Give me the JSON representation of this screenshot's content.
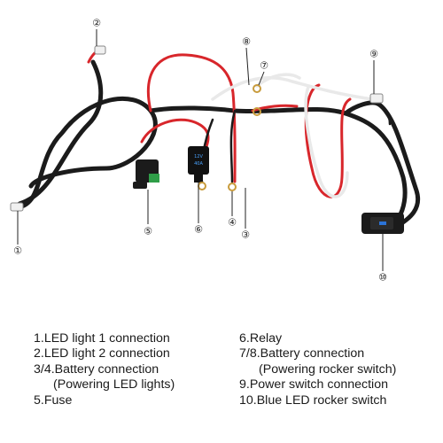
{
  "callouts": [
    "①",
    "②",
    "③",
    "④",
    "⑤",
    "⑥",
    "⑦",
    "⑧",
    "⑨",
    "⑩"
  ],
  "relay_label": "12V\n40A",
  "legend": {
    "left": [
      "1.LED light 1 connection",
      "2.LED light 2 connection",
      "3/4.Battery connection",
      "(Powering LED lights)",
      "5.Fuse"
    ],
    "right": [
      "6.Relay",
      "7/8.Battery connection",
      "(Powering rocker switch)",
      "9.Power switch connection",
      "10.Blue LED rocker switch"
    ]
  },
  "colors": {
    "black_wire": "#1b1b1b",
    "red_wire": "#d8262b",
    "white_wire": "#f4f4f4",
    "fuse_green": "#2f9e48",
    "switch_blue": "#2b73d6"
  }
}
